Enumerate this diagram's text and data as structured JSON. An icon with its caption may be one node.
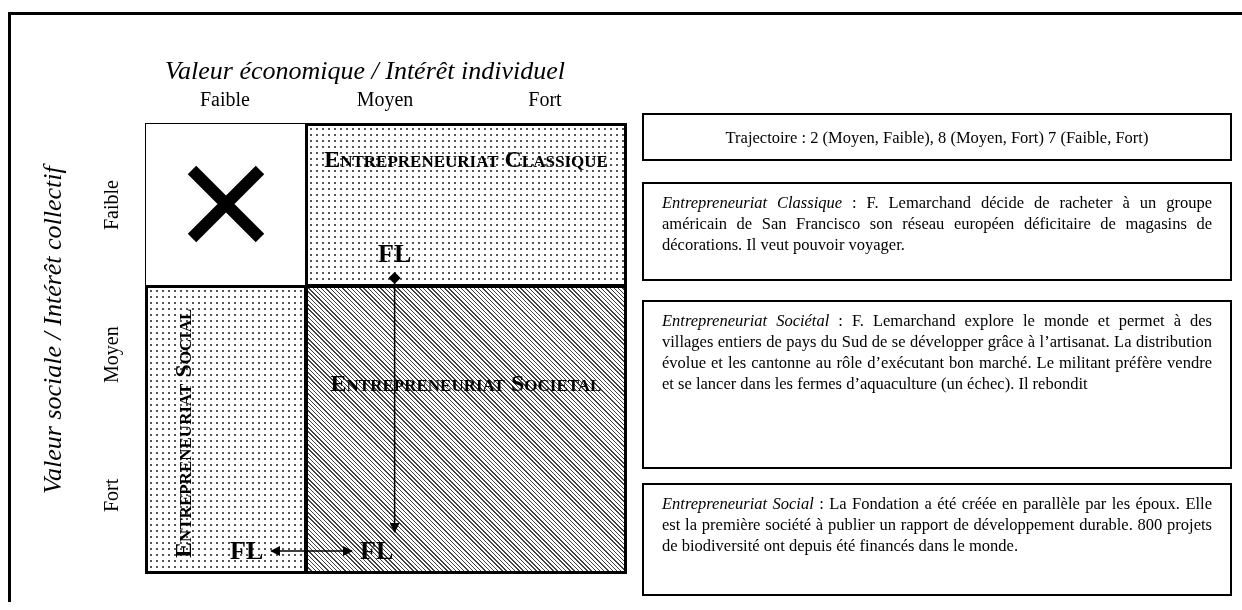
{
  "diagram": {
    "title": "Valeur économique / Intérêt individuel",
    "nodes": [
      {
        "text": [],
        "shape": "box"
      },
      {
        "text": [
          "Entrepreneuriat Classique"
        ]
      },
      {
        "text": [
          "FL"
        ],
        "in": 1
      },
      {
        "text": [
          "Entrepreneuriat Social"
        ]
      },
      {
        "text": [
          "FL"
        ],
        "in": 3
      },
      {
        "text": [
          "Entrepreneuriat Societal"
        ]
      },
      {
        "text": [
          "FL"
        ],
        "in": 5
      },
      {
        "text": [
          "Trajectoire : 2 (Moyen, Faible), 8 (Moyen, Fort) 7 (Faible, Fort)"
        ]
      },
      {
        "text": [
          "*Entrepreneuriat Classique* : F. Lemarchand décide de racheter à un groupe américain de San Francisco son réseau européen déficitaire de magasins de décorations. Il veut pouvoir voyager."
        ]
      },
      {
        "text": [
          "*Entrepreneuriat Sociétal* : F. Lemarchand explore le monde et permet à des villages entiers de pays du Sud de se développer grâce à l’artisanat. La distribution évolue et les cantonne au rôle d’exécutant bon marché. Le militant préfère vendre et se lancer dans les fermes d’aquaculture (un échec). Il rebondit"
        ]
      },
      {
        "text": [
          "*Entrepreneuriat Social* : La Fondation a été créée en parallèle par les époux. Elle est la première société à publier un rapport de développement durable. 800 projets de biodiversité ont depuis été financés dans le monde."
        ]
      }
    ],
    "edges": [
      {
        "from": 2,
        "to": 6,
        "arrow": "to"
      },
      {
        "from": 4,
        "to": 6,
        "arrow": "both"
      }
    ],
    "labels": [
      "Valeur sociale / Intérêt collectif",
      "Faible",
      "Moyen",
      "Fort",
      "Faible",
      "Moyen",
      "Fort"
    ]
  }
}
